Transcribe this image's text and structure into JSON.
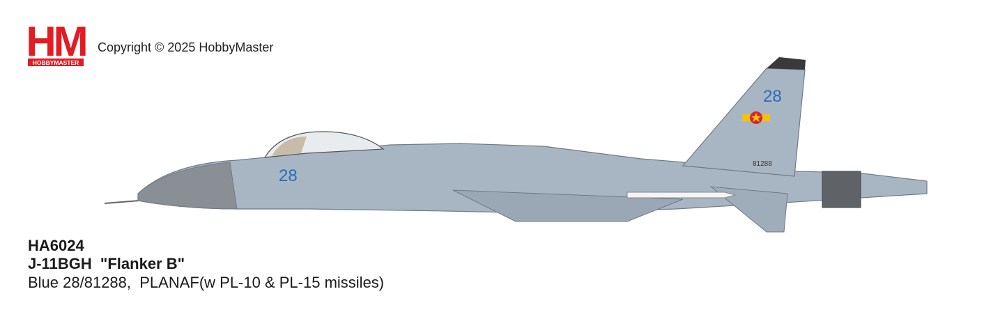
{
  "brand": {
    "logo_letters": "HM",
    "logo_subtext": "HOBBYMASTER",
    "logo_color": "#e31b23",
    "copyright": "Copyright © 2025 HobbyMaster"
  },
  "aircraft": {
    "fuselage_color": "#a8b6c4",
    "radome_color": "#8a8f96",
    "tail_tip_color": "#3a3a3a",
    "nozzle_color": "#5f6368",
    "tail_number": "28",
    "nose_number": "28",
    "serial": "81288",
    "marking_blue": "#2b6cb5",
    "roundel_red": "#d8262c",
    "roundel_yellow": "#f4c20d"
  },
  "product": {
    "code": "HA6024",
    "name": "J-11BGH  \"Flanker B\"",
    "description": "Blue 28/81288,  PLANAF(w PL-10 & PL-15 missiles)"
  }
}
